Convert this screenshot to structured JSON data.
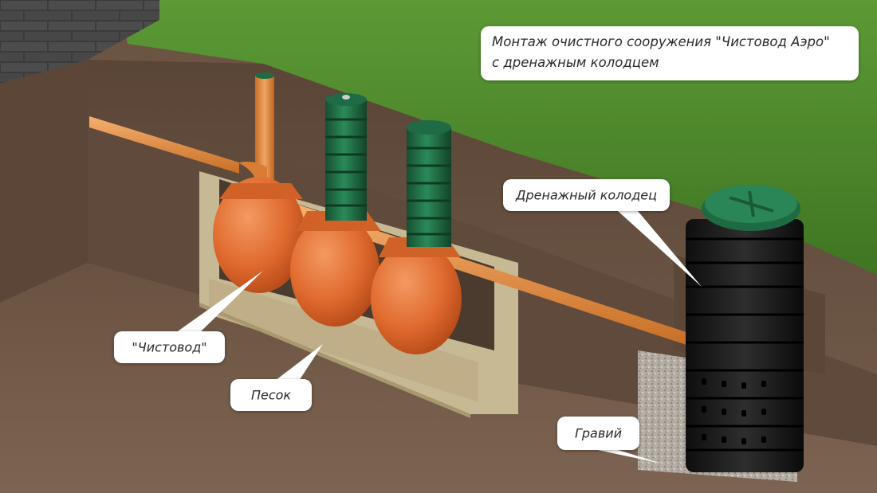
{
  "title": {
    "line1": "Монтаж очистного сооружения \"Чистовод Аэро\"",
    "line2": "с дренажным колодцем"
  },
  "labels": {
    "well": "Дренажный колодец",
    "tank": "\"Чистовод\"",
    "sand": "Песок",
    "gravel": "Гравий"
  },
  "colors": {
    "grass": "#4f8a2c",
    "soil": "#6b5442",
    "sand": "#c9bb96",
    "gravel": "#b9b2a8",
    "tank_body": "#e06a2e",
    "tank_neck": "#1f6b45",
    "pipe": "#e89040",
    "well_body": "#1c1c1c",
    "well_lid": "#1e6a44",
    "brick": "#4a4a4a"
  }
}
